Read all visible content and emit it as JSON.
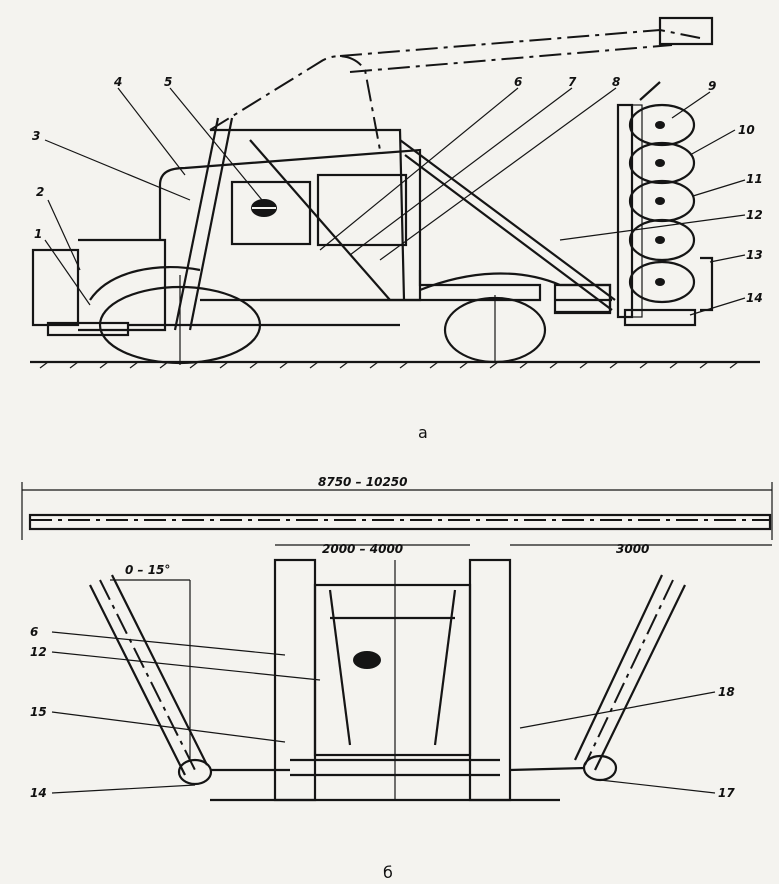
{
  "view_a": {
    "caption": "а",
    "labels": [
      "1",
      "2",
      "3",
      "4",
      "5",
      "6",
      "7",
      "8",
      "9",
      "10",
      "11",
      "12",
      "13",
      "14"
    ]
  },
  "view_b": {
    "caption": "б",
    "dimensions": {
      "overall_width": "8750 – 10250",
      "track_width": "2000 – 4000",
      "offset": "3000",
      "angle": "0 – 15°"
    },
    "labels_left": [
      "6",
      "12",
      "15",
      "14"
    ],
    "labels_right": [
      "18",
      "17"
    ]
  }
}
